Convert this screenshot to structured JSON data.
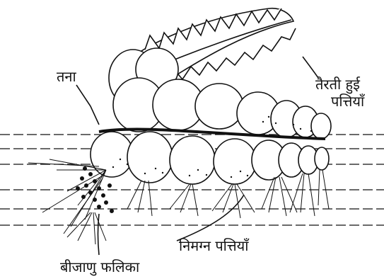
{
  "labels": {
    "stem": "तना",
    "floating_leaves_line1": "तैरती हुई",
    "floating_leaves_line2": "पत्तियाँ",
    "submerged_leaves": "निमग्न पत्तियाँ",
    "sporocarp": "बीजाणु फलिका"
  },
  "colors": {
    "ink": "#111111",
    "background": "#ffffff"
  }
}
